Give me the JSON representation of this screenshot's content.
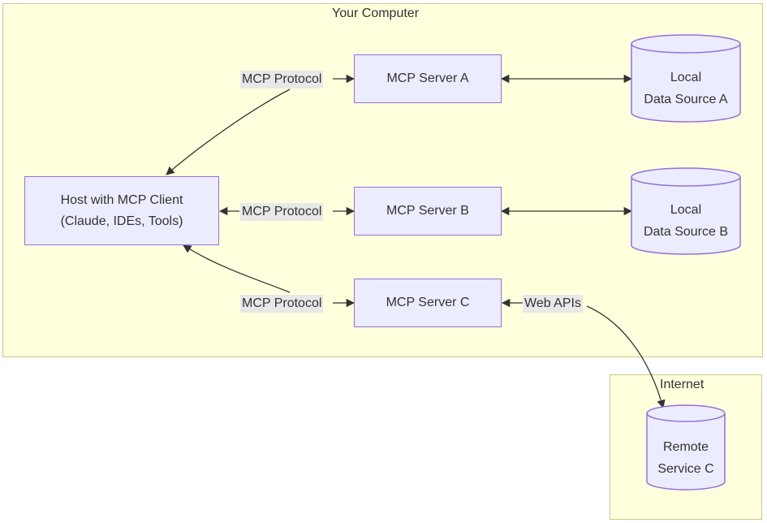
{
  "clusters": {
    "computer_title": "Your Computer",
    "internet_title": "Internet"
  },
  "nodes": {
    "host": "Host with MCP Client\n(Claude, IDEs, Tools)",
    "server_a": "MCP Server A",
    "server_b": "MCP Server B",
    "server_c": "MCP Server C"
  },
  "data_sources": {
    "local_a": "Local\nData Source A",
    "local_b": "Local\nData Source B",
    "remote_c": "Remote\nService C"
  },
  "edge_labels": {
    "protocol_a": "MCP Protocol",
    "protocol_b": "MCP Protocol",
    "protocol_c": "MCP Protocol",
    "web_apis": "Web APIs"
  },
  "colors": {
    "cluster_fill": "#ffffde",
    "cluster_stroke": "#c9c98a",
    "node_fill": "#ececff",
    "node_stroke": "#9370db",
    "edge_label_bg": "#e8e8e8",
    "line": "#333333"
  }
}
